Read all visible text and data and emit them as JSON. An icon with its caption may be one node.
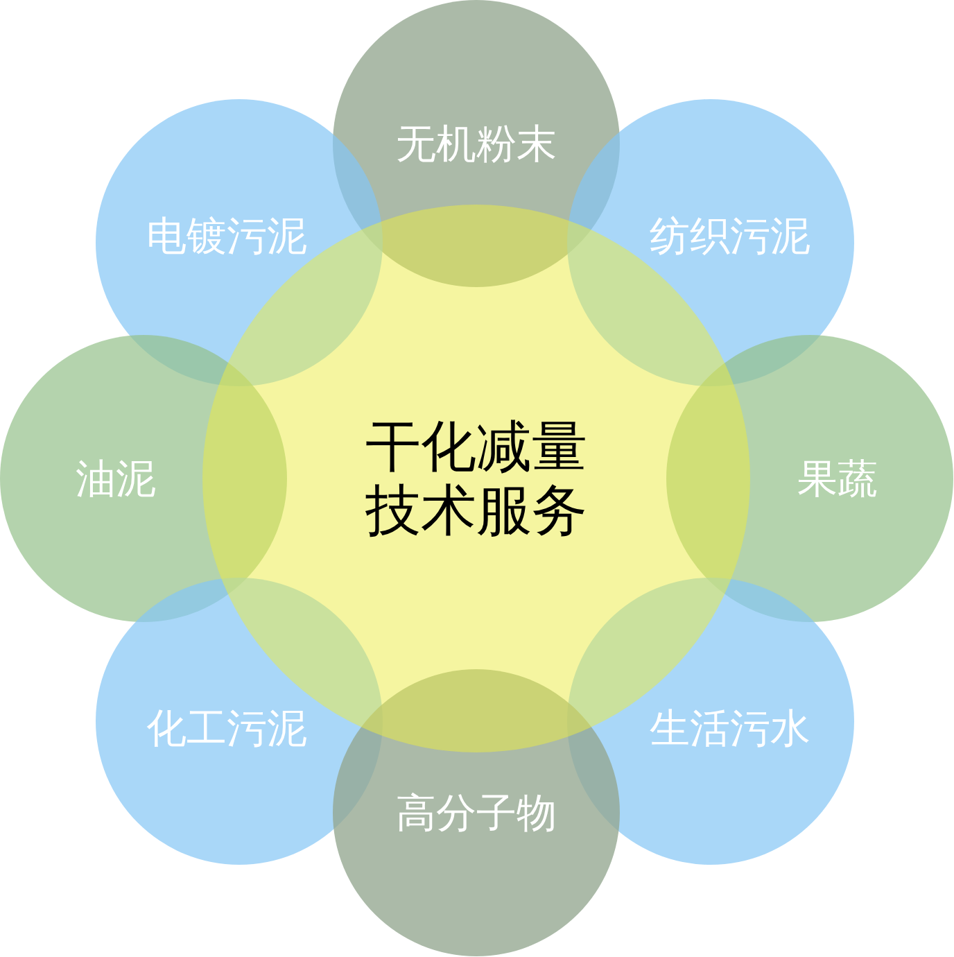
{
  "diagram": {
    "nodes": [
      {
        "text": [
          "干化减量技术服务"
        ]
      },
      {
        "text": [
          "无机粉末"
        ]
      },
      {
        "text": [
          "电镀污泥"
        ]
      },
      {
        "text": [
          "纺织污泥"
        ]
      },
      {
        "text": [
          "油泥"
        ]
      },
      {
        "text": [
          "果蔬"
        ]
      },
      {
        "text": [
          "化工污泥"
        ]
      },
      {
        "text": [
          "生活污水"
        ]
      },
      {
        "text": [
          "高分子物"
        ]
      }
    ]
  }
}
